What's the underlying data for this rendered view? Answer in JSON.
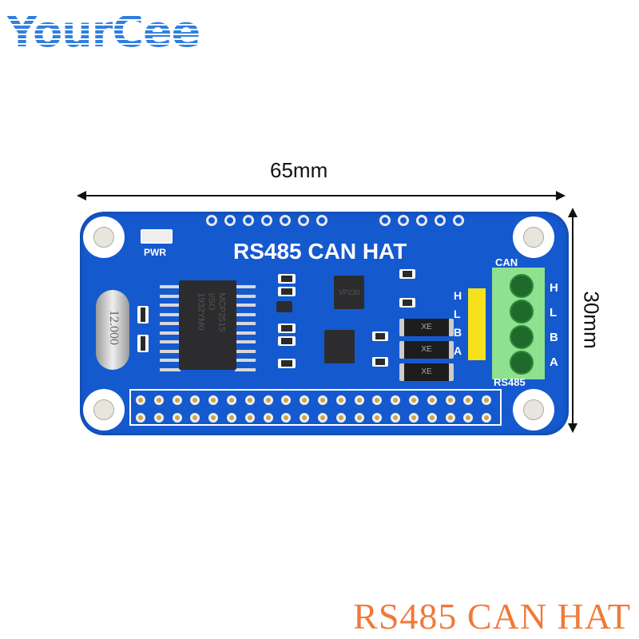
{
  "brand": {
    "logo": "YourCee"
  },
  "dimensions": {
    "width_label": "65mm",
    "height_label": "30mm"
  },
  "board": {
    "silkscreen_title": "RS485 CAN HAT",
    "pwr_label": "PWR",
    "can_label": "CAN",
    "rs485_label": "RS485",
    "header_pin_labels": [
      "H",
      "L",
      "B",
      "A"
    ],
    "terminal_labels": [
      "H",
      "L",
      "B",
      "A"
    ],
    "crystal_text": "12.000",
    "mcu_chip_text": [
      "MCP2515",
      "I/SO",
      "1932YM0"
    ],
    "transceiver_chip_text": "VP230",
    "diode_text": "XE",
    "colors": {
      "pcb": "#1559cf",
      "terminal": "#8fe08f",
      "header": "#f5e21a"
    }
  },
  "product_title": "RS485 CAN HAT"
}
